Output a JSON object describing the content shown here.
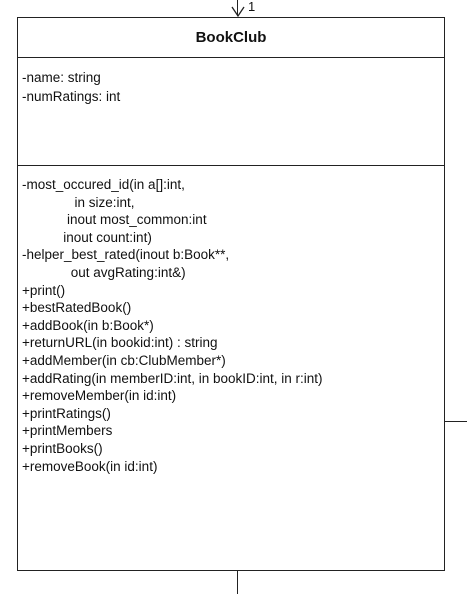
{
  "multiplicity": "1",
  "class": {
    "name": "BookClub",
    "attributes": [
      "-name: string",
      "-numRatings: int"
    ],
    "operations": [
      "-most_occured_id(in a[]:int,",
      "              in size:int,",
      "            inout most_common:int",
      "           inout count:int)",
      "-helper_best_rated(inout b:Book**,",
      "             out avgRating:int&)",
      "+print()",
      "+bestRatedBook()",
      "+addBook(in b:Book*)",
      "+returnURL(in bookid:int) : string",
      "+addMember(in cb:ClubMember*)",
      "+addRating(in memberID:int, in bookID:int, in r:int)",
      "+removeMember(in id:int)",
      "+printRatings()",
      "+printMembers",
      "+printBooks()",
      "+removeBook(in id:int)"
    ]
  }
}
